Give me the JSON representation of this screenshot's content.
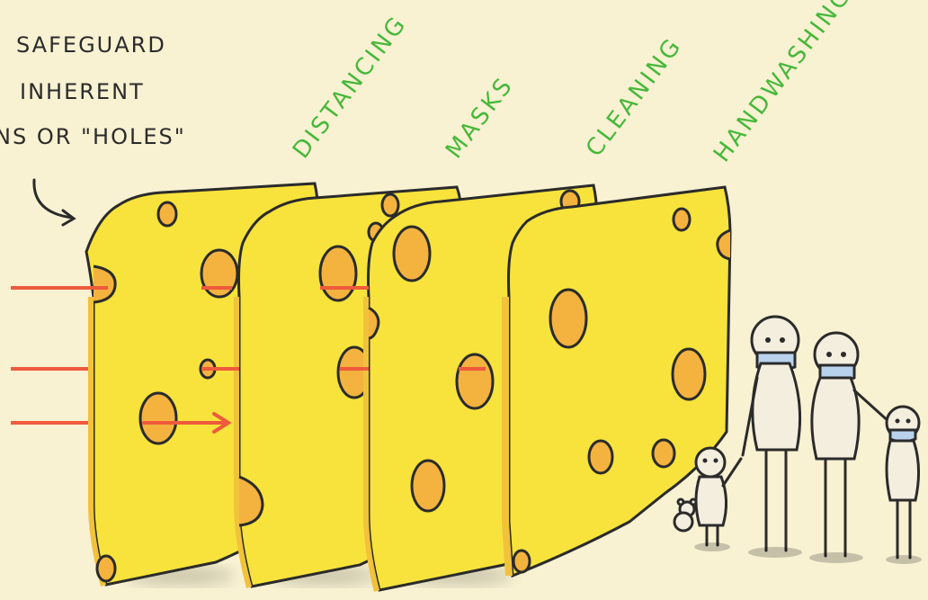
{
  "caption": {
    "line1": "SAFEGUARD",
    "line2": "INHERENT",
    "line3": "NS OR \"HOLES\""
  },
  "layers": [
    {
      "id": "distancing",
      "label": "DISTANCING"
    },
    {
      "id": "masks",
      "label": "MASKS"
    },
    {
      "id": "cleaning",
      "label": "CLEANING"
    },
    {
      "id": "handwashing",
      "label": "HANDWASHING"
    }
  ],
  "colors": {
    "background": "#f8f1d2",
    "cheese": "#f7e33b",
    "cheese_shade": "#f1c23a",
    "hole_inner": "#f3b33e",
    "label": "#47b83a",
    "arrow": "#ef5a3c",
    "ink": "#2b2b2b",
    "mask": "#b8d2ee"
  },
  "icons": [
    "curved-arrow-icon",
    "threat-arrow-icon",
    "person-icon",
    "teddy-bear-icon",
    "mask-icon"
  ]
}
